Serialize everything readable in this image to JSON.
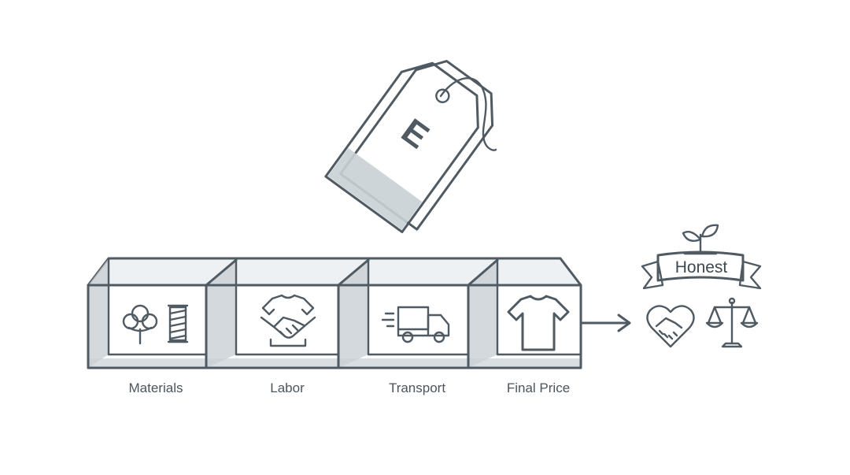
{
  "stages": [
    {
      "label": "Materials",
      "icons": [
        "cotton-boll-icon",
        "thread-spool-icon"
      ]
    },
    {
      "label": "Labor",
      "icons": [
        "tshirt-handshake-icon"
      ]
    },
    {
      "label": "Transport",
      "icons": [
        "delivery-truck-icon"
      ]
    },
    {
      "label": "Final Price",
      "icons": [
        "tshirt-icon"
      ]
    }
  ],
  "tag": {
    "letter": "E"
  },
  "outcome": {
    "banner": "Honest",
    "icons": [
      "sprout-icon",
      "heart-handshake-icon",
      "balance-scale-icon"
    ]
  },
  "colors": {
    "stroke": "#4f5a63",
    "shade": "#c9d0d5",
    "glass": "#eef1f3"
  }
}
